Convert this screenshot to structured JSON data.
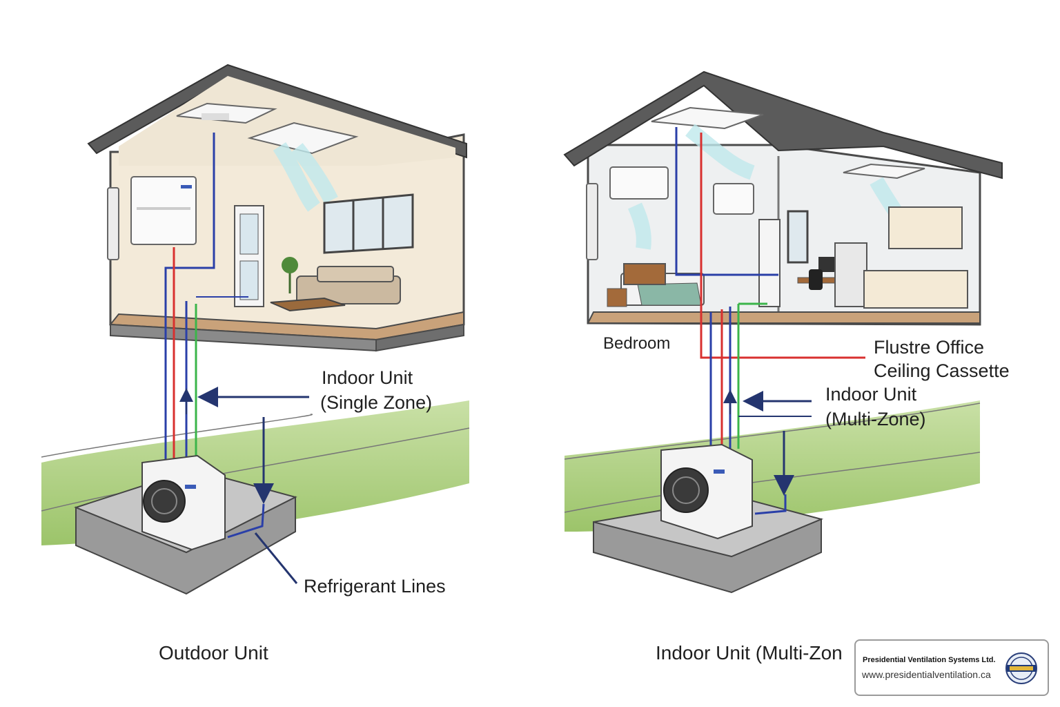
{
  "labels": {
    "indoor_single": [
      "Indoor Unit",
      "(Single Zone)"
    ],
    "refrigerant": "Refrigerant Lines",
    "outdoor_caption": "Outdoor Unit",
    "bedroom": "Bedroom",
    "office_cassette": [
      "Flustre Office",
      "Ceiling Cassette"
    ],
    "indoor_multi": [
      "Indoor Unit",
      "(Multi-Zone)"
    ],
    "multi_caption": "Indoor Unit (Multi-Zon"
  },
  "badge": {
    "company": "Presidential Ventilation Systems Ltd.",
    "url": "www.presidentialventilation.ca"
  },
  "colors": {
    "line_blue": "#2a3fa8",
    "line_red": "#d8302f",
    "line_green": "#3bb54a",
    "arrow_navy": "#24356f",
    "wall_dark": "#5b5b5b",
    "room_beige": "#f3ead9",
    "room_grey": "#eef0f1",
    "grass": "#a9cc7a",
    "airflow": "#bfe8ec"
  }
}
